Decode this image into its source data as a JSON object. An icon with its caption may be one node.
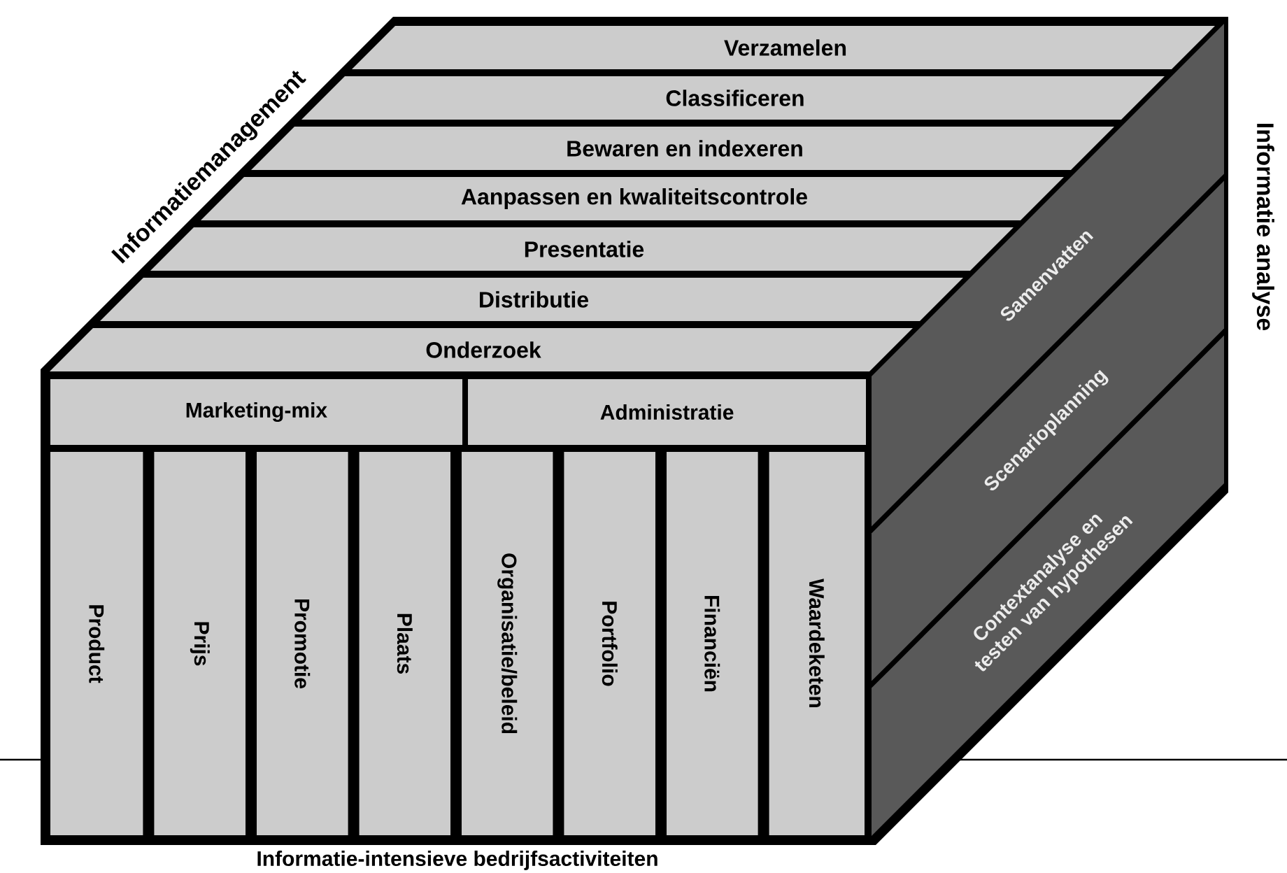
{
  "diagram": {
    "nodes": [
      {
        "text": [
          "Verzamelen"
        ]
      },
      {
        "text": [
          "Classificeren"
        ]
      },
      {
        "text": [
          "Bewaren en indexeren"
        ]
      },
      {
        "text": [
          "Aanpassen en kwaliteitscontrole"
        ]
      },
      {
        "text": [
          "Presentatie"
        ]
      },
      {
        "text": [
          "Distributie"
        ]
      },
      {
        "text": [
          "Onderzoek"
        ]
      },
      {
        "text": [
          "Marketing-mix"
        ]
      },
      {
        "text": [
          "Administratie"
        ]
      },
      {
        "text": [
          "Product"
        ]
      },
      {
        "text": [
          "Prijs"
        ]
      },
      {
        "text": [
          "Promotie"
        ]
      },
      {
        "text": [
          "Plaats"
        ]
      },
      {
        "text": [
          "Organisatie/beleid"
        ]
      },
      {
        "text": [
          "Portfolio"
        ]
      },
      {
        "text": [
          "Financiën"
        ]
      },
      {
        "text": [
          "Waardeketen"
        ]
      },
      {
        "text": [
          "Samenvatten"
        ]
      },
      {
        "text": [
          "Scenarioplanning"
        ]
      },
      {
        "text": [
          "Contextanalyse en testen van hypothesen"
        ]
      }
    ],
    "edges": [],
    "labels": [
      "Informatiemanagement",
      "Informatie analyse",
      "Informatie-intensieve bedrijfsactiviteiten"
    ]
  }
}
